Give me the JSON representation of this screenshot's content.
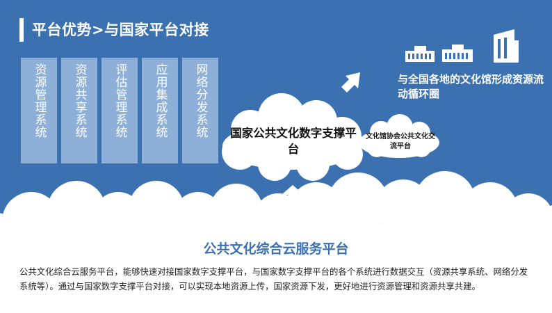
{
  "header": {
    "title": "平台优势>与国家平台对接"
  },
  "systems": [
    {
      "label": "资源管理系统"
    },
    {
      "label": "资源共享系统"
    },
    {
      "label": "评估管理系统"
    },
    {
      "label": "应用集成系统"
    },
    {
      "label": "网络分发系统"
    }
  ],
  "cloud_main": {
    "label": "国家公共文化数字支撑平台"
  },
  "cloud_small": {
    "label": "文化馆协会公共文化交流平台"
  },
  "right_caption": {
    "text": "与全国各地的文化馆形成资源流动循环圈"
  },
  "bottom": {
    "title": "公共文化综合云服务平台",
    "description": "公共文化综合云服务平台，能够快速对接国家数字支撑平台，与国家数字支撑平台的各个系统进行数据交互（资源共享系统、网络分发系统等）。通过与国家数字支撑平台对接，可以实现本地资源上传，国家资源下发，更好地进行资源管理和资源共享共建。"
  },
  "icons": [
    "building-icon",
    "arrow-up-icon",
    "arrow-diagonal-icon",
    "cloud-icon"
  ],
  "colors": {
    "background": "#3b71b0",
    "box": "#8eb0d8",
    "cloud": "#ffffff",
    "title_text": "#3b71b0"
  }
}
